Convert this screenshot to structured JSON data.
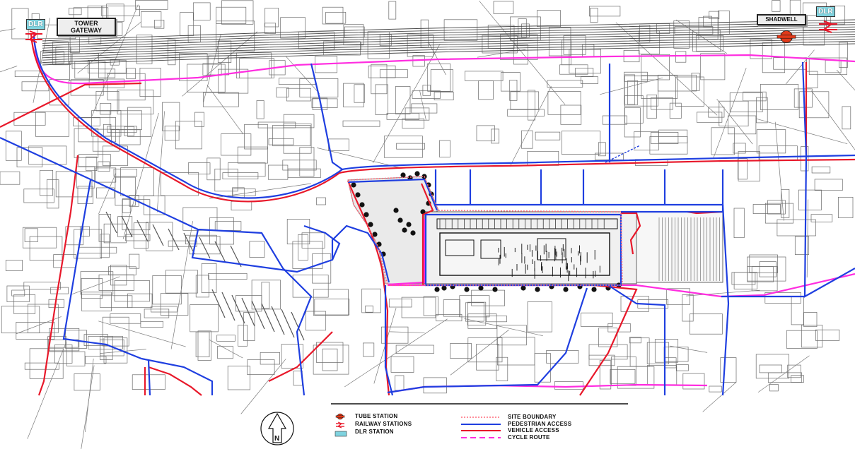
{
  "stations": {
    "tower_gateway": {
      "dlr_badge": "DLR",
      "name_line1": "TOWER",
      "name_line2": "GATEWAY"
    },
    "shadwell": {
      "dlr_badge": "DLR",
      "name": "SHADWELL"
    }
  },
  "compass": {
    "label": "N"
  },
  "legend": {
    "symbols": [
      {
        "key": "tube",
        "label": "TUBE STATION",
        "icon": "tube-roundel-icon"
      },
      {
        "key": "rail",
        "label": "RAILWAY STATIONS",
        "icon": "national-rail-icon"
      },
      {
        "key": "dlr",
        "label": "DLR STATION",
        "icon": "dlr-badge-icon"
      }
    ],
    "lines": [
      {
        "key": "site",
        "label": "SITE BOUNDARY",
        "color": "#ff6a7a",
        "style": "dotted"
      },
      {
        "key": "ped",
        "label": "PEDESTRIAN ACCESS",
        "color": "#1f3fe0",
        "style": "solid"
      },
      {
        "key": "veh",
        "label": "VEHICLE ACCESS",
        "color": "#e8182a",
        "style": "solid"
      },
      {
        "key": "cycle",
        "label": "CYCLE ROUTE",
        "color": "#ff2de0",
        "style": "dashed"
      }
    ]
  },
  "colors": {
    "pedestrian": "#1f3fe0",
    "vehicle": "#e8182a",
    "cycle": "#ff2de0",
    "site_boundary": "#ff6a7a",
    "base_lines": "#555555",
    "site_fill": "#ececec",
    "dlr": "#7fd3df",
    "tube": "#e03a1a",
    "rail": "#e8182a"
  }
}
